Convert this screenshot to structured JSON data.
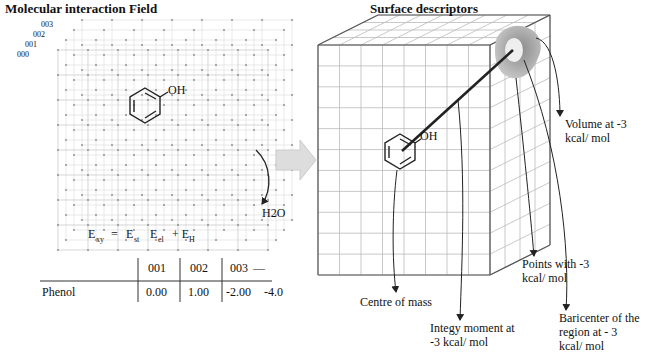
{
  "diagram": {
    "labels": [
      "Molecular interaction Field",
      "Surface descriptors",
      "003",
      "002",
      "001",
      "000",
      "OH",
      "H2O",
      "E",
      "xy",
      "=",
      "E",
      "st",
      "E",
      "el",
      "+ E",
      "H",
      "001",
      "002",
      "003",
      "—",
      "Phenol",
      "0.00",
      "1.00",
      "-2.00",
      "-4.0",
      "OH",
      "Volume at -3 kcal/ mol",
      "Centre of mass",
      "Points with -3 kcal/ mol",
      "Integy moment at -3 kcal/ mol",
      "Baricenter of the region at - 3 kcal/ mol"
    ]
  }
}
